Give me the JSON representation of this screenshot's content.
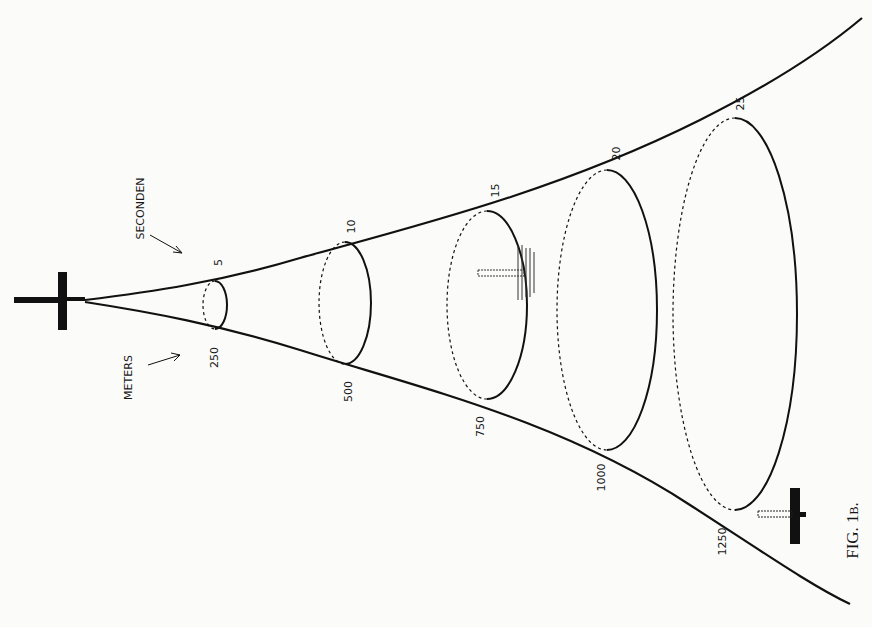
{
  "diagram": {
    "caption": "FIG. 1b.",
    "labels": [
      "SECONDEN",
      "5",
      "10",
      "15",
      "20",
      "25",
      "METERS",
      "250",
      "500",
      "750",
      "1000",
      "1250"
    ]
  }
}
